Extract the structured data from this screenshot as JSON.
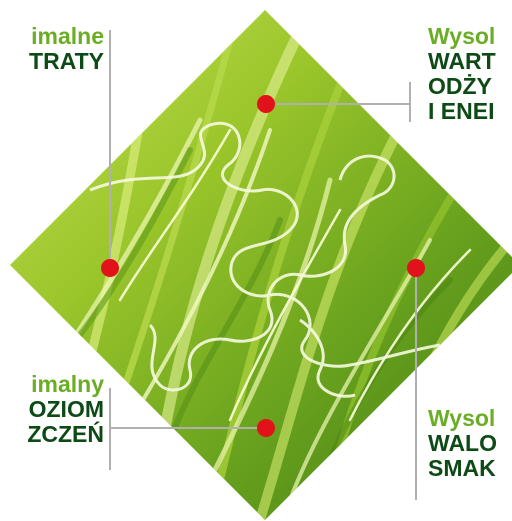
{
  "labels": {
    "top_left": {
      "line1": "imalne",
      "line2": "TRATY"
    },
    "top_right": {
      "line1": "Wysol",
      "line2": "WART",
      "line3": "ODŻY",
      "line4": "I ENEI"
    },
    "bottom_left": {
      "line1": "imalny",
      "line2": "OZIOM",
      "line3": "ZCZEŃ"
    },
    "bottom_right": {
      "line1": "Wysol",
      "line2": "WALO",
      "line3": "SMAK"
    }
  },
  "colors": {
    "accent_green": "#6bae26",
    "dark_green": "#0d4a16",
    "marker_red": "#e1121a",
    "leader_gray": "#b0b0b0"
  },
  "image": {
    "subject": "grass-puzzle-diamond"
  }
}
